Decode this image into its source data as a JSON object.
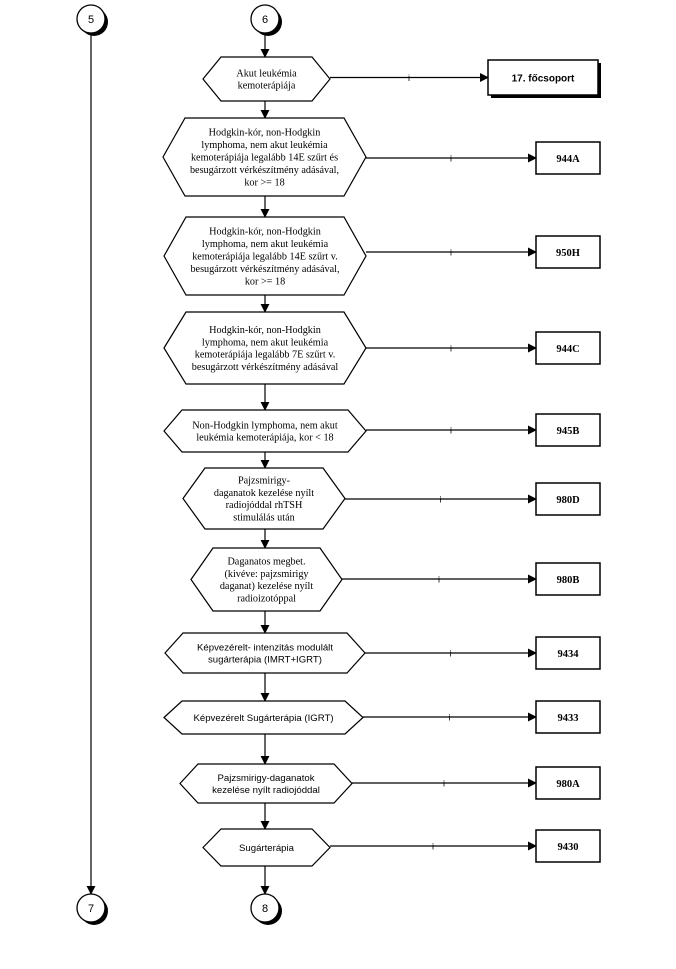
{
  "connectors": {
    "left_top": "5",
    "mid_top": "6",
    "left_bottom": "7",
    "mid_bottom": "8"
  },
  "edge_label": "i",
  "decisions": [
    {
      "lines": [
        "Akut leukémia",
        "kemoterápiája"
      ],
      "code": "17. főcsoport",
      "font": "serif"
    },
    {
      "lines": [
        "Hodgkin-kór, non-Hodgkin",
        "lymphoma, nem akut leukémia",
        "kemoterápiája legalább  14E szűrt és",
        "besugárzott vérkészítmény adásával,",
        "kor >= 18"
      ],
      "code": "944A",
      "font": "serif"
    },
    {
      "lines": [
        "Hodgkin-kór, non-Hodgkin",
        "lymphoma, nem akut leukémia",
        "kemoterápiája legalább 14E szűrt v.",
        "besugárzott vérkészítmény adásával,",
        "kor >= 18"
      ],
      "code": "950H",
      "font": "serif"
    },
    {
      "lines": [
        "Hodgkin-kór, non-Hodgkin",
        "lymphoma, nem akut leukémia",
        "kemoterápiája legalább 7E szűrt v.",
        "besugárzott vérkészítmény adásával"
      ],
      "code": "944C",
      "font": "serif"
    },
    {
      "lines": [
        "Non-Hodgkin lymphoma, nem akut",
        "leukémia kemoterápiája, kor < 18"
      ],
      "code": "945B",
      "font": "serif"
    },
    {
      "lines": [
        "Pajzsmirigy-",
        "daganatok kezelése nyílt",
        "radiojóddal rhTSH",
        "stimulálás után"
      ],
      "code": "980D",
      "font": "serif"
    },
    {
      "lines": [
        "Daganatos megbet.",
        "(kivéve: pajzsmirigy",
        "daganat) kezelése nyílt",
        "radioizotóppal"
      ],
      "code": "980B",
      "font": "serif"
    },
    {
      "lines": [
        "Képvezérelt- intenzitás modulált",
        "sugárterápia (IMRT+IGRT)"
      ],
      "code": "9434",
      "font": "sans"
    },
    {
      "lines": [
        "Képvezérelt Sugárterápia (IGRT)"
      ],
      "code": "9433",
      "font": "sans"
    },
    {
      "lines": [
        "Pajzsmirigy-daganatok",
        "kezelése nyílt radiojóddal"
      ],
      "code": "980A",
      "font": "sans"
    },
    {
      "lines": [
        "Sugárterápia"
      ],
      "code": "9430",
      "font": "sans"
    }
  ],
  "colors": {
    "stroke": "#000000",
    "fill": "#ffffff"
  }
}
